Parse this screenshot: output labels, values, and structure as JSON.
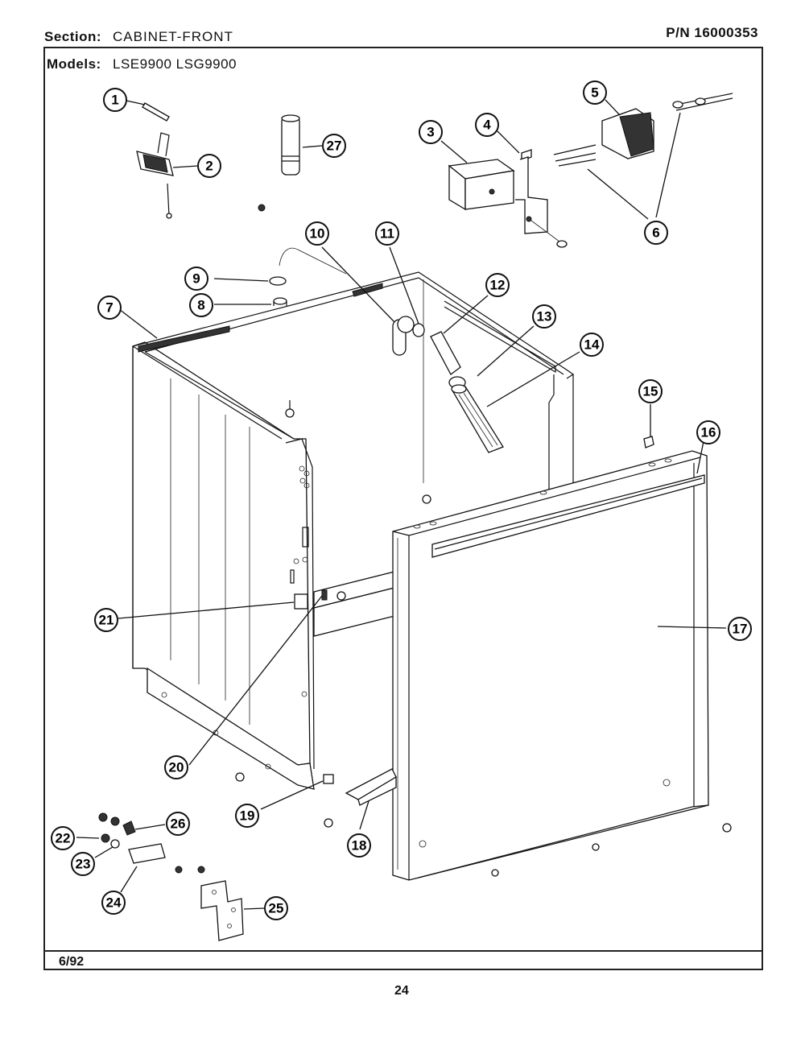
{
  "header": {
    "section_label": "Section:",
    "section_value": "CABINET-FRONT",
    "part_number": "P/N 16000353",
    "models_label": "Models:",
    "models_value": "LSE9900   LSG9900"
  },
  "footer": {
    "date": "6/92",
    "page_number": "24"
  },
  "callouts": [
    "1",
    "2",
    "3",
    "4",
    "5",
    "6",
    "7",
    "8",
    "9",
    "10",
    "11",
    "12",
    "13",
    "14",
    "15",
    "16",
    "17",
    "18",
    "19",
    "20",
    "21",
    "22",
    "23",
    "24",
    "25",
    "26",
    "27"
  ]
}
